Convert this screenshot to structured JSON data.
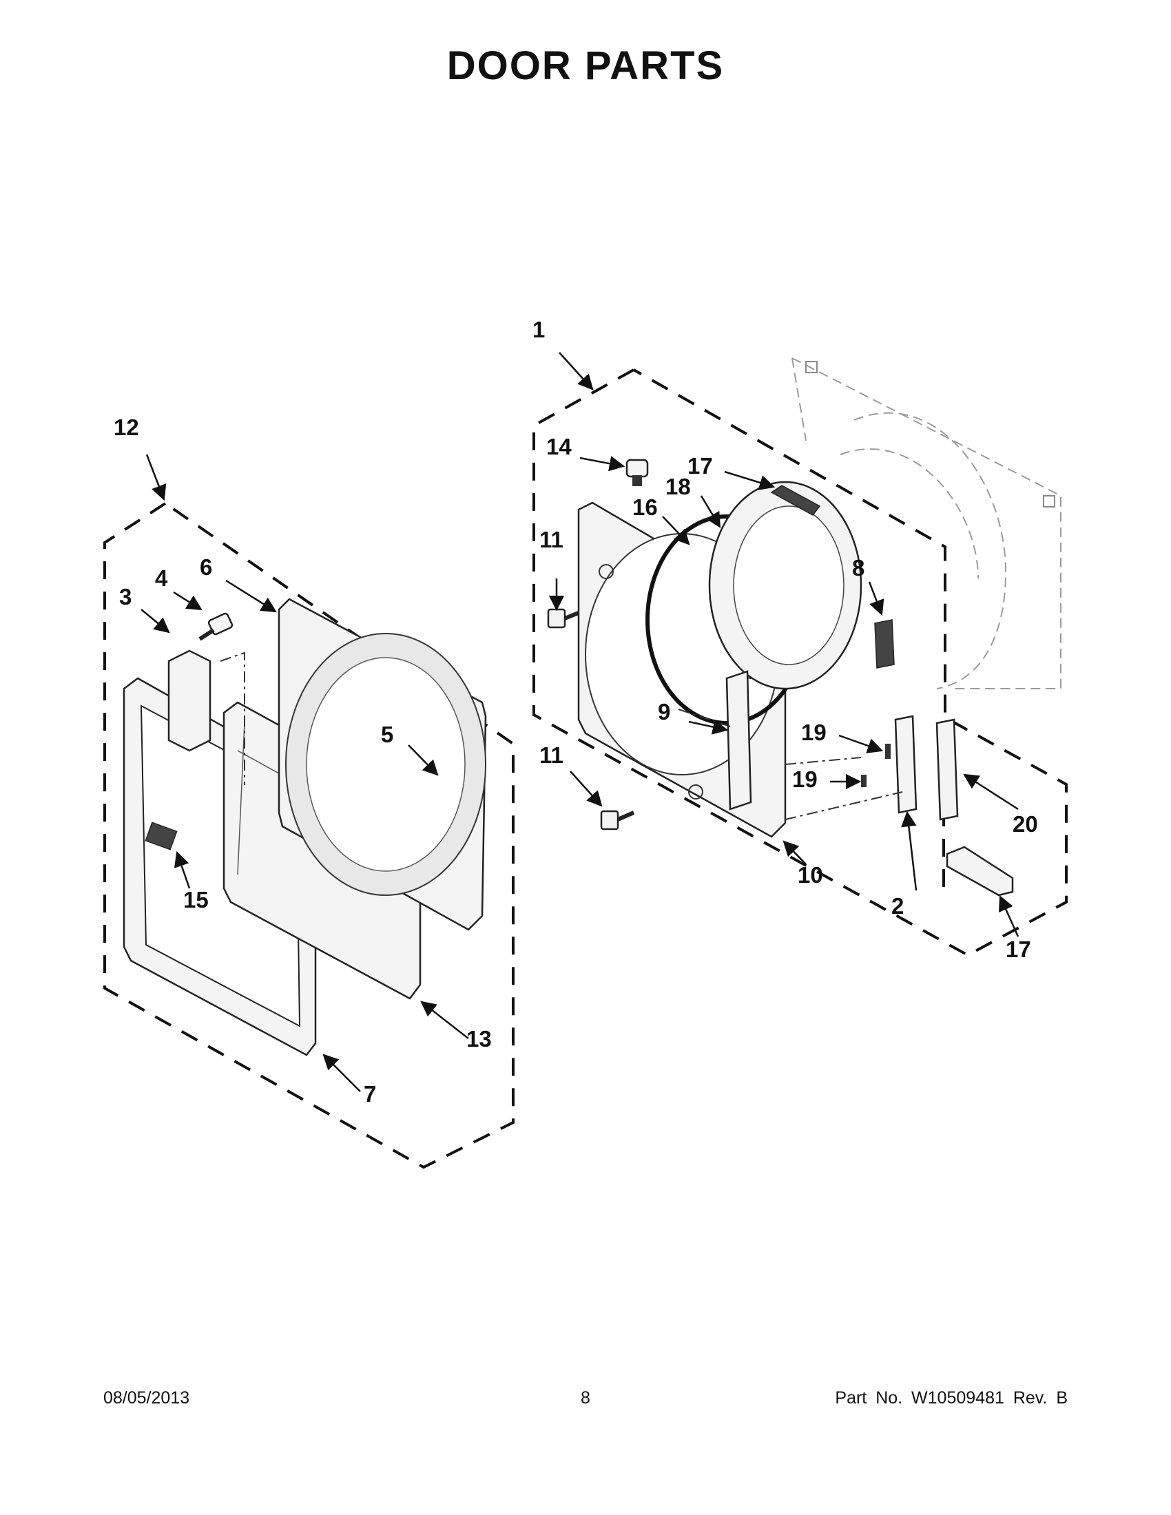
{
  "header": {
    "title": "DOOR PARTS"
  },
  "callouts": [
    "1",
    "2",
    "3",
    "4",
    "5",
    "6",
    "7",
    "8",
    "9",
    "10",
    "11",
    "11",
    "12",
    "13",
    "14",
    "15",
    "16",
    "17",
    "17",
    "18",
    "19",
    "19",
    "20"
  ],
  "footer": {
    "date": "08/05/2013",
    "page": "8",
    "part_no": "Part No.  W10509481  Rev.  B"
  }
}
